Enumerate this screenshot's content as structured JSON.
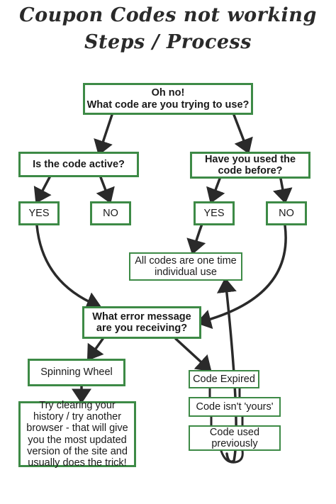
{
  "title": {
    "line1": "Coupon Codes not working",
    "line2": "Steps / Process"
  },
  "nodes": {
    "start": "Oh no!\nWhat code are you trying to use?",
    "active_q": "Is the code active?",
    "used_q": "Have you used the\ncode before?",
    "active_yes": "YES",
    "active_no": "NO",
    "used_yes": "YES",
    "used_no": "NO",
    "one_time": "All codes are one time\nindividual use",
    "error_q": "What error message\nare you receiving?",
    "spinning": "Spinning Wheel",
    "try_clear": "Try clearing your\nhistory / try another\nbrowser - that will give\nyou the most updated\nversion of the site and\nusually does the trick!",
    "expired": "Code Expired",
    "not_yours": "Code isn't 'yours'",
    "used_prev": "Code used\npreviously"
  },
  "colors": {
    "box_border": "#3d8a46",
    "arrow": "#2a2a2a",
    "text": "#1a1a1a"
  }
}
